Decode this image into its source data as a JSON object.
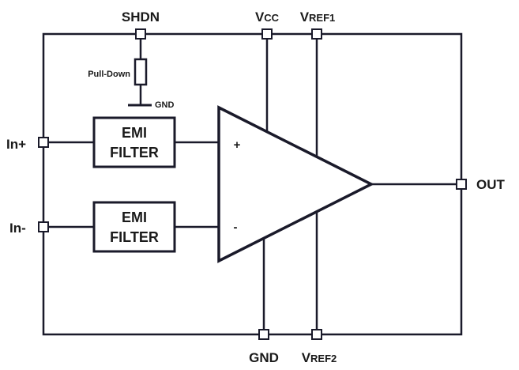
{
  "pins": {
    "shdn": "SHDN",
    "vcc_main": "V",
    "vcc_sub": "CC",
    "vref1_main": "V",
    "vref1_sub": "REF1",
    "gnd": "GND",
    "vref2_main": "V",
    "vref2_sub": "REF2",
    "out": "OUT",
    "in_plus": "In+",
    "in_minus": "In-"
  },
  "pull_down": {
    "label": "Pull-Down",
    "gnd_label": "GND"
  },
  "emi_filters": [
    {
      "line1": "EMI",
      "line2": "FILTER"
    },
    {
      "line1": "EMI",
      "line2": "FILTER"
    }
  ],
  "amplifier": {
    "plus": "+",
    "minus": "-"
  }
}
